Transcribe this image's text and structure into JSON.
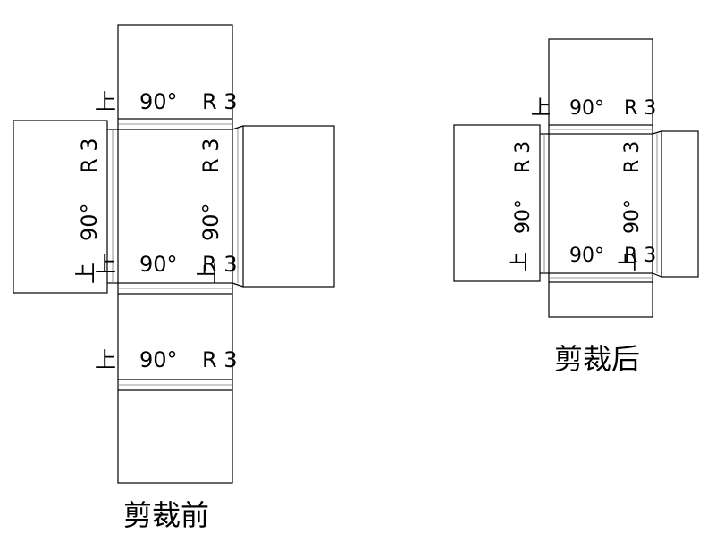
{
  "notes": {
    "angle": "90°",
    "radius": "R 3",
    "up_mark": "上"
  },
  "captions": {
    "before": "剪裁前",
    "after": "剪裁后"
  }
}
